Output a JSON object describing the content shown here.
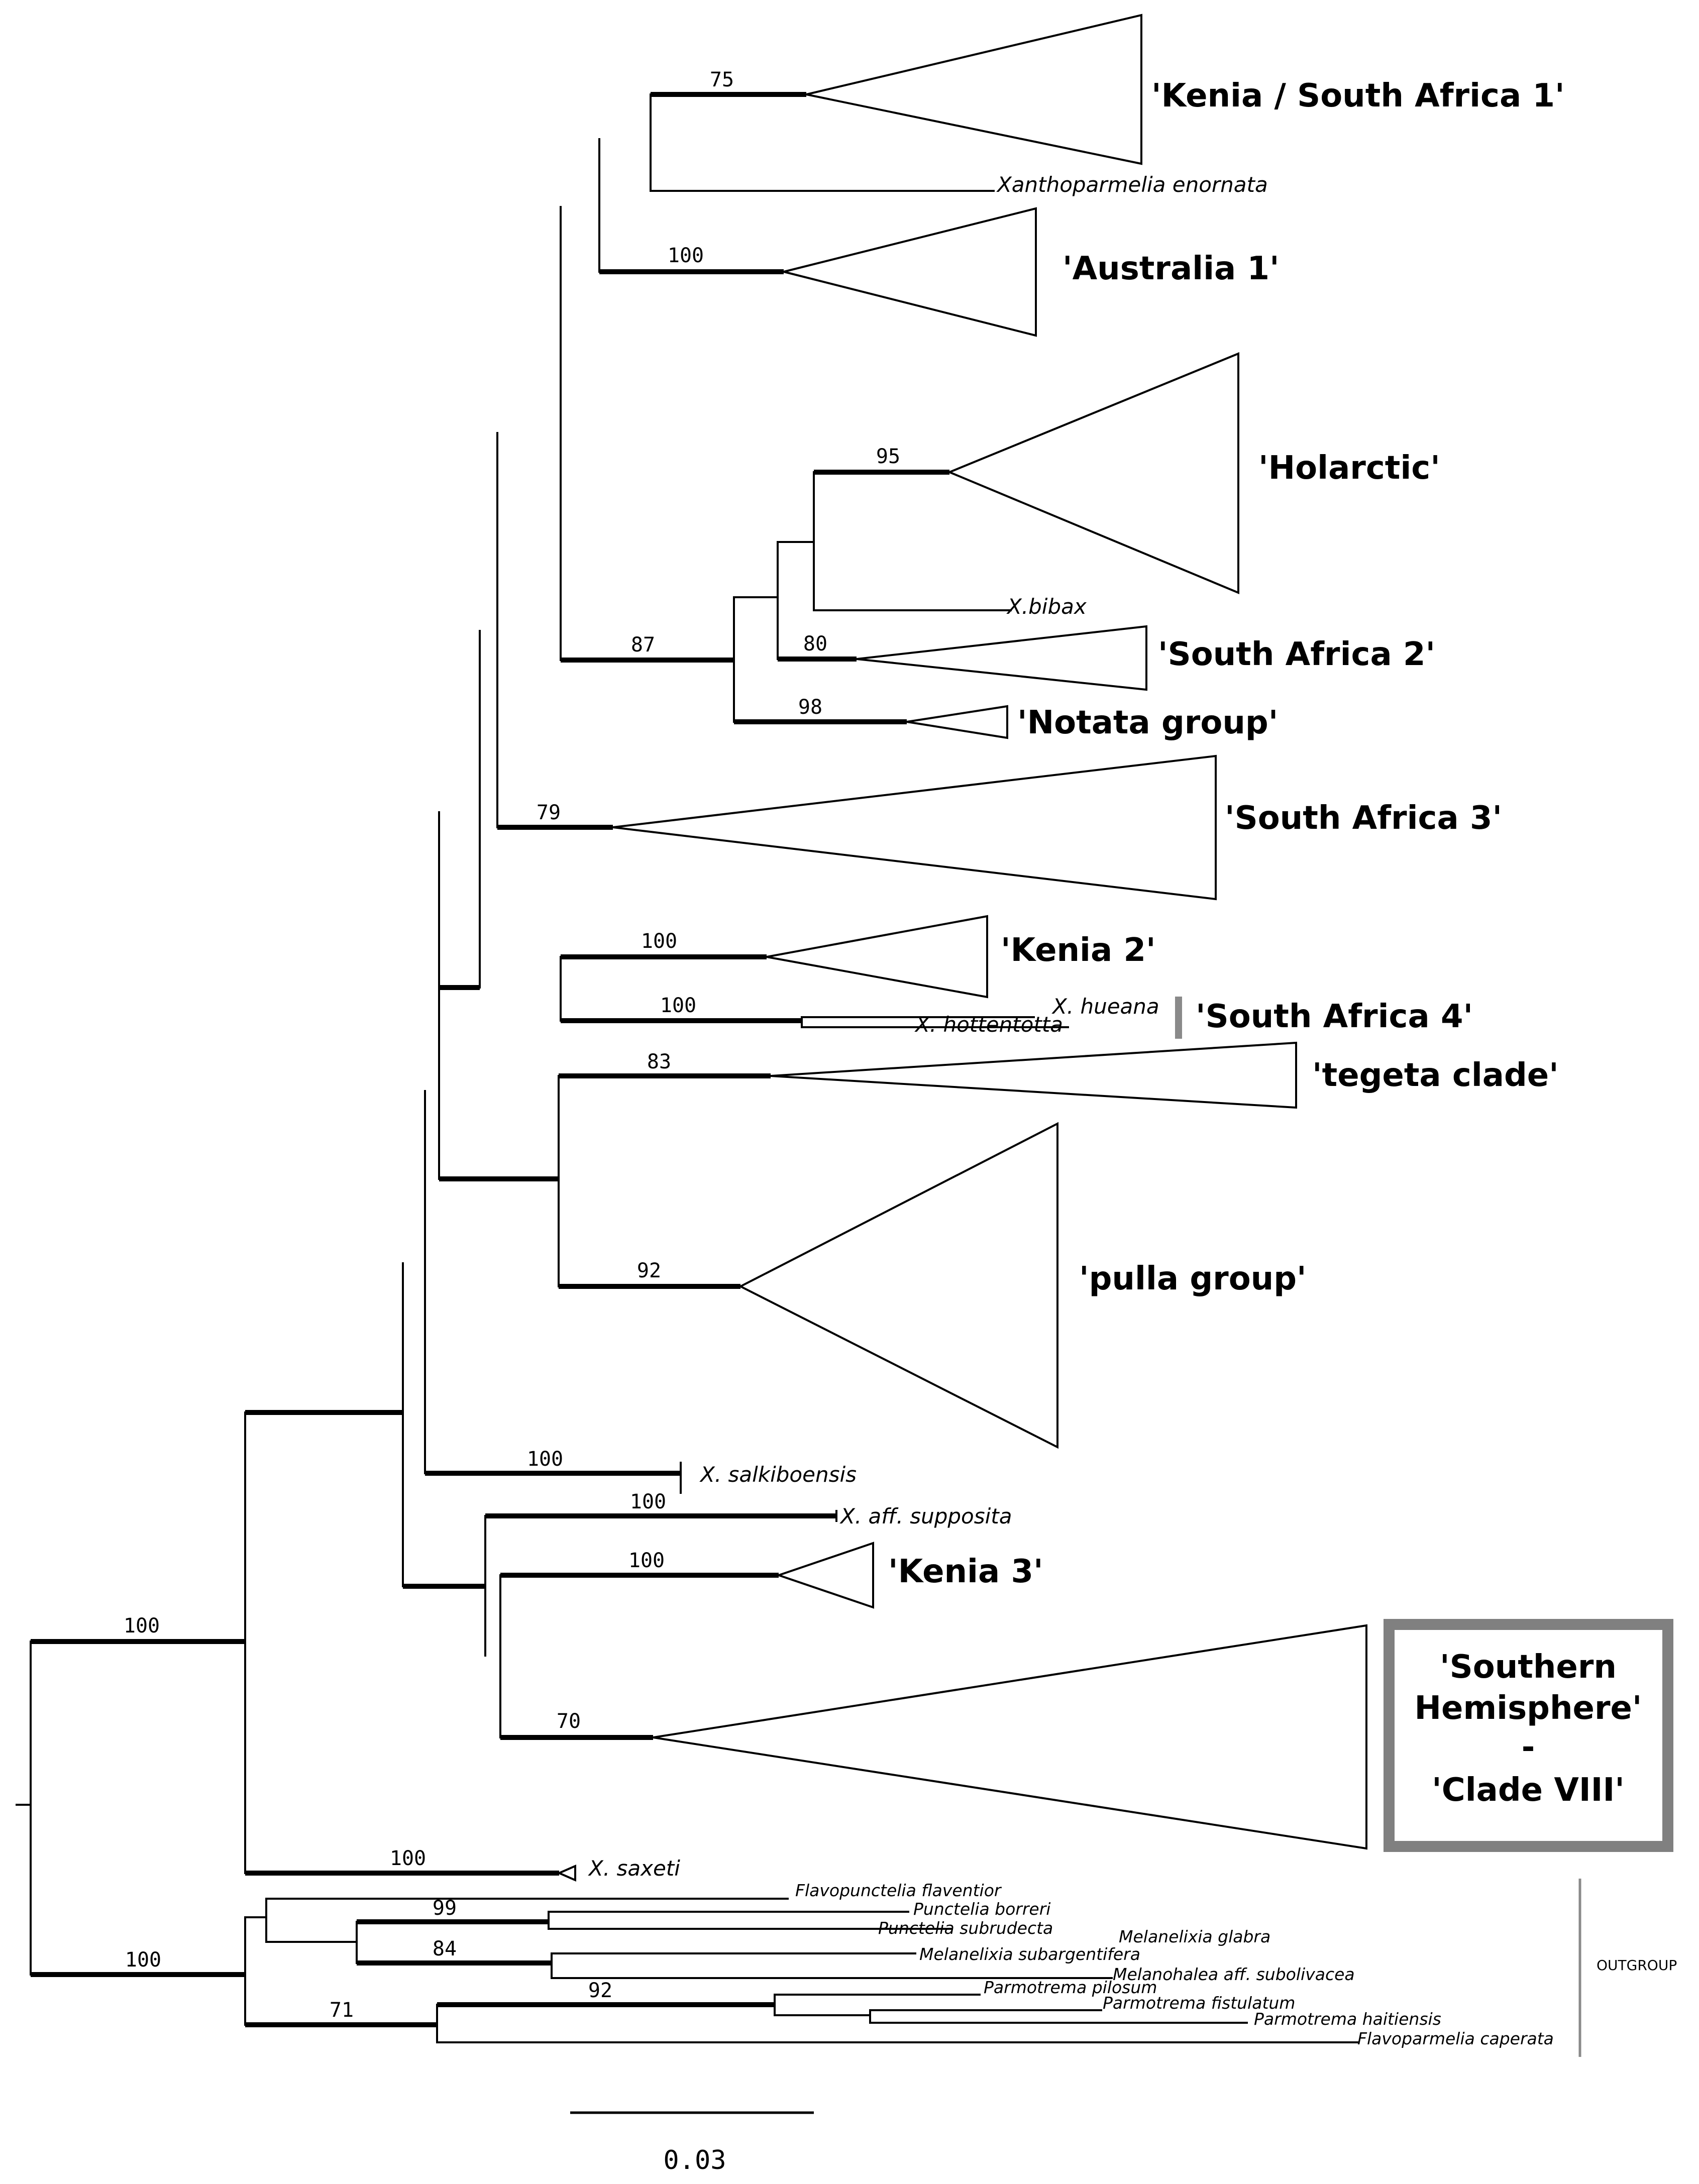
{
  "clades": {
    "kenia_sa1": "'Kenia / South Africa 1'",
    "australia1": "'Australia 1'",
    "holarctic": "'Holarctic'",
    "south_africa2": "'South Africa 2'",
    "notata": "'Notata group'",
    "south_africa3": "'South Africa 3'",
    "kenia2": "'Kenia 2'",
    "south_africa4": "'South Africa 4'",
    "tegeta": "'tegeta clade'",
    "pulla": "'pulla group'",
    "kenia3": "'Kenia 3'"
  },
  "southern_box": {
    "line1": "'Southern",
    "line2": "Hemisphere'",
    "line3": "-",
    "line4": "'Clade VIII'"
  },
  "taxa": {
    "x_enornata": "Xanthoparmelia enornata",
    "x_bibax": "X.bibax",
    "x_hueana": "X. hueana",
    "x_hottentotta": "X. hottentotta",
    "x_salkiboensis": "X. salkiboensis",
    "x_aff_supposita": "X. aff. supposita",
    "x_saxeti": "X. saxeti"
  },
  "outgroup": {
    "label": "OUTGROUP",
    "taxa": {
      "flavopunctelia": "Flavopunctelia flaventior",
      "punctelia_borreri": "Punctelia borreri",
      "punctelia_subrudecta": "Punctelia subrudecta",
      "melanelixia_glabra": "Melanelixia glabra",
      "melanelixia_subargentifera": "Melanelixia subargentifera",
      "melanohalea": "Melanohalea aff. subolivacea",
      "parmotrema_pilosum": "Parmotrema pilosum",
      "parmotrema_fistulatum": "Parmotrema fistulatum",
      "parmotrema_haitiensis": "Parmotrema haitiensis",
      "flavoparmelia": "Flavoparmelia caperata"
    }
  },
  "support": {
    "kenia_sa1": "75",
    "australia1": "100",
    "holarctic": "95",
    "inner_87": "87",
    "south_africa2": "80",
    "notata": "98",
    "south_africa3": "79",
    "kenia2": "100",
    "south_africa4": "100",
    "tegeta": "83",
    "pulla": "92",
    "salkiboensis": "100",
    "aff_supposita": "100",
    "kenia3": "100",
    "southern": "70",
    "ingroup": "100",
    "saxeti": "100",
    "outgroup_root": "100",
    "og_99": "99",
    "og_84": "84",
    "og_71": "71",
    "og_92": "92"
  },
  "scale_bar": {
    "label": "0.03"
  }
}
